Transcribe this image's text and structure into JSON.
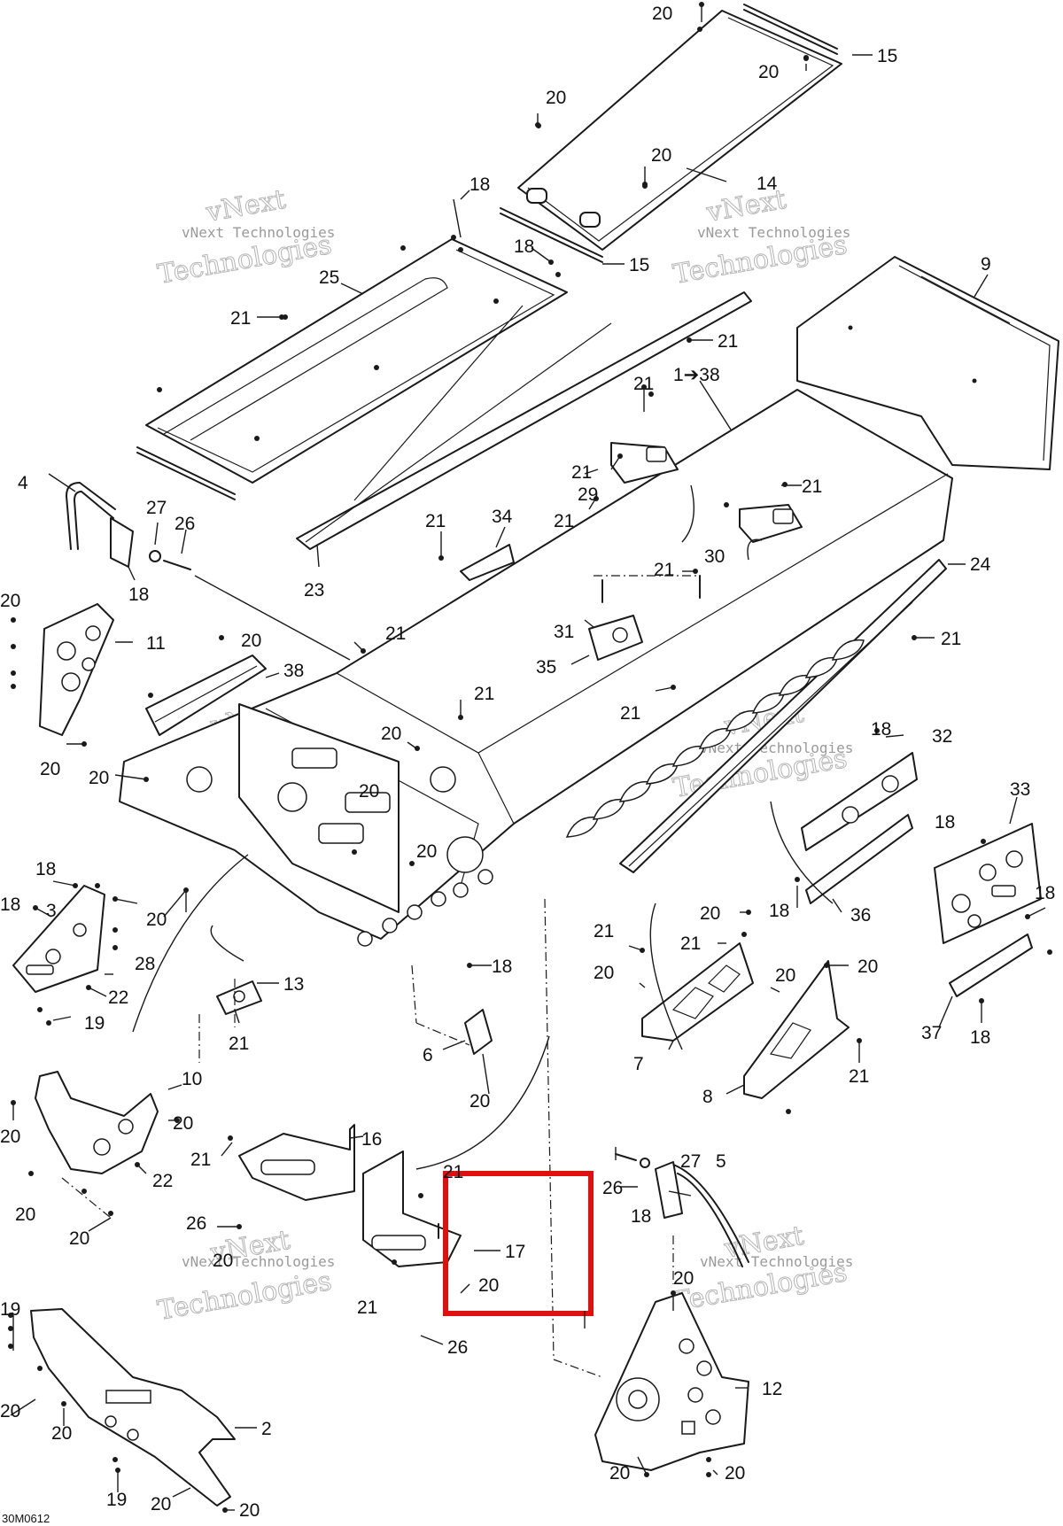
{
  "highlight_color": "#e01010",
  "drawing_code": "30M0612",
  "watermark": {
    "brand": "vNext",
    "line1": "vNext Technologies",
    "word": "Technologies"
  },
  "callouts": {
    "c1_38": "1➔38",
    "c2": "2",
    "c3": "3",
    "c4": "4",
    "c5": "5",
    "c6": "6",
    "c7": "7",
    "c8": "8",
    "c9": "9",
    "c10": "10",
    "c11": "11",
    "c12": "12",
    "c13": "13",
    "c14": "14",
    "c15": "15",
    "c16": "16",
    "c17": "17",
    "c18": "18",
    "c19": "19",
    "c20": "20",
    "c21": "21",
    "c22": "22",
    "c23": "23",
    "c24": "24",
    "c25": "25",
    "c26": "26",
    "c27": "27",
    "c28": "28",
    "c29": "29",
    "c30": "30",
    "c31": "31",
    "c32": "32",
    "c33": "33",
    "c34": "34",
    "c35": "35",
    "c36": "36",
    "c37": "37",
    "c38": "38"
  }
}
